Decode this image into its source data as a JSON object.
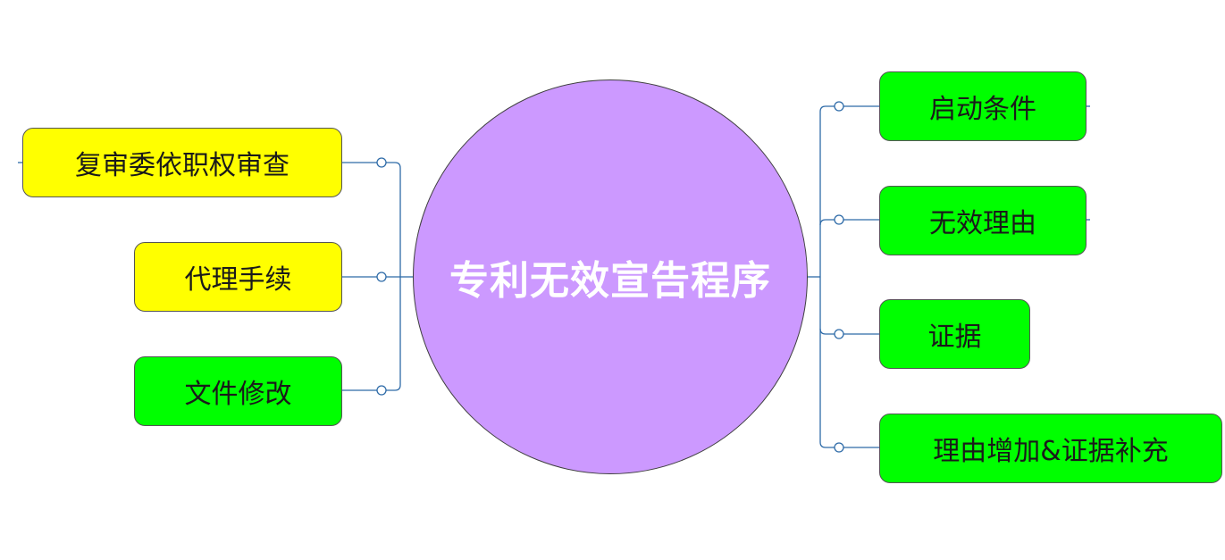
{
  "center": {
    "label": "专利无效宣告程序",
    "color": "#cc99ff"
  },
  "left_nodes": [
    {
      "label": "复审委依职权审查",
      "color": "#ffff00"
    },
    {
      "label": "代理手续",
      "color": "#ffff00"
    },
    {
      "label": "文件修改",
      "color": "#00ff00"
    }
  ],
  "right_nodes": [
    {
      "label": "启动条件",
      "color": "#00ff00"
    },
    {
      "label": "无效理由",
      "color": "#00ff00"
    },
    {
      "label": "证据",
      "color": "#00ff00"
    },
    {
      "label": "理由增加&证据补充",
      "color": "#00ff00"
    }
  ],
  "connector_color": "#2e6ba8"
}
